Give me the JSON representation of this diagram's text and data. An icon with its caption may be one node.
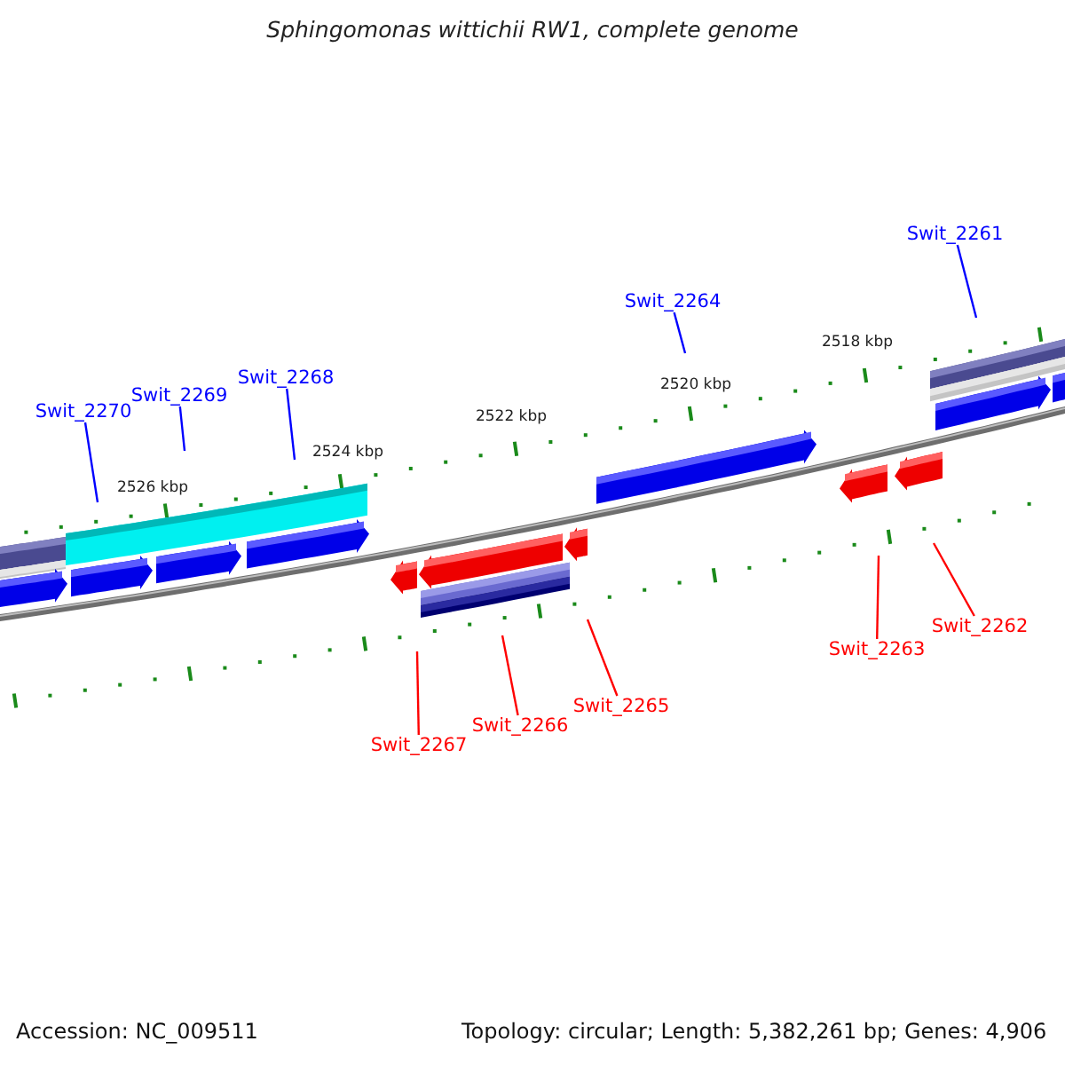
{
  "diagram": {
    "title": "Sphingomonas wittichii RW1, complete genome",
    "nodes": [
      {
        "text": [
          "Swit_2270"
        ]
      },
      {
        "text": [
          "Swit_2269"
        ]
      },
      {
        "text": [
          "Swit_2268"
        ]
      },
      {
        "text": [
          "Swit_2264"
        ]
      },
      {
        "text": [
          "Swit_2261"
        ]
      },
      {
        "text": [
          "Swit_2267"
        ]
      },
      {
        "text": [
          "Swit_2266"
        ]
      },
      {
        "text": [
          "Swit_2265"
        ]
      },
      {
        "text": [
          "Swit_2263"
        ]
      },
      {
        "text": [
          "Swit_2262"
        ]
      }
    ],
    "edges": [
      {
        "from": 0,
        "to": null,
        "arrow": "none",
        "color": "#0000ff"
      },
      {
        "from": 1,
        "to": null,
        "arrow": "none",
        "color": "#0000ff"
      },
      {
        "from": 2,
        "to": null,
        "arrow": "none",
        "color": "#0000ff"
      },
      {
        "from": 3,
        "to": null,
        "arrow": "none",
        "color": "#0000ff"
      },
      {
        "from": 4,
        "to": null,
        "arrow": "none",
        "color": "#0000ff"
      },
      {
        "from": 5,
        "to": null,
        "arrow": "none",
        "color": "#ff0000"
      },
      {
        "from": 6,
        "to": null,
        "arrow": "none",
        "color": "#ff0000"
      },
      {
        "from": 7,
        "to": null,
        "arrow": "none",
        "color": "#ff0000"
      },
      {
        "from": 8,
        "to": null,
        "arrow": "none",
        "color": "#ff0000"
      },
      {
        "from": 9,
        "to": null,
        "arrow": "none",
        "color": "#ff0000"
      }
    ],
    "labels": [
      "2526 kbp",
      "2524 kbp",
      "2522 kbp",
      "2520 kbp",
      "2518 kbp",
      "Accession: NC_009511",
      "Topology: circular; Length: 5,382,261 bp; Genes: 4,906"
    ]
  }
}
